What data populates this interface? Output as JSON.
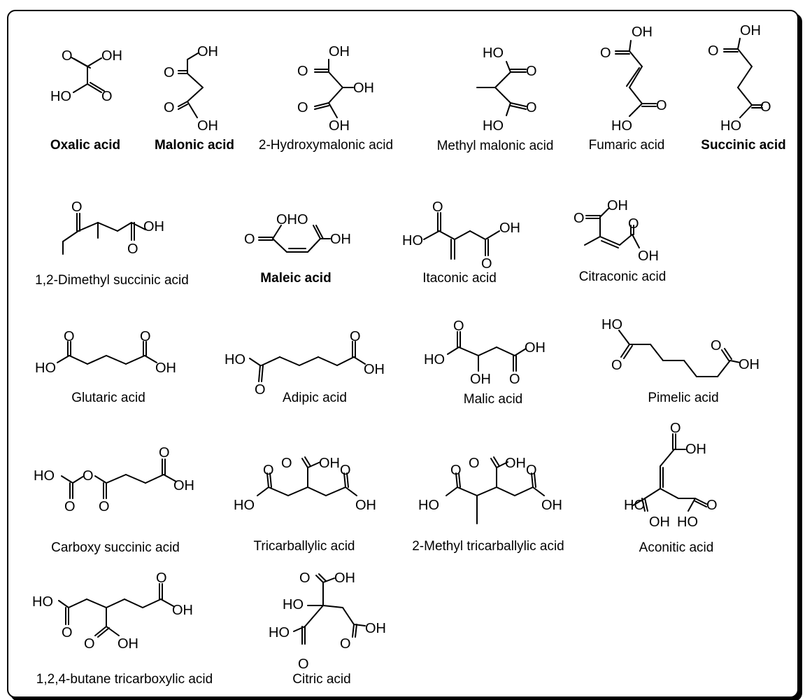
{
  "figure": {
    "compounds": [
      {
        "id": "oxalic",
        "name": "Oxalic acid",
        "bold": true,
        "atoms": [
          "O",
          "OH",
          "HO",
          "O"
        ]
      },
      {
        "id": "malonic",
        "name": "Malonic acid",
        "bold": true,
        "atoms": [
          "OH",
          "O",
          "O",
          "OH"
        ]
      },
      {
        "id": "hydroxymalonic",
        "name": "2-Hydroxymalonic acid",
        "bold": false,
        "atoms": [
          "OH",
          "O",
          "OH",
          "O",
          "OH"
        ]
      },
      {
        "id": "methylmalonic",
        "name": "Methyl malonic acid",
        "bold": false,
        "atoms": [
          "HO",
          "O",
          "O",
          "HO"
        ]
      },
      {
        "id": "fumaric",
        "name": "Fumaric acid",
        "bold": false,
        "atoms": [
          "OH",
          "O",
          "O",
          "HO"
        ]
      },
      {
        "id": "succinic",
        "name": "Succinic acid",
        "bold": true,
        "atoms": [
          "OH",
          "O",
          "O",
          "HO"
        ]
      },
      {
        "id": "dimethylsuccinic",
        "name": "1,2-Dimethyl succinic acid",
        "bold": false,
        "atoms": [
          "O",
          "OH",
          "O"
        ]
      },
      {
        "id": "maleic",
        "name": "Maleic acid",
        "bold": true,
        "atoms": [
          "O",
          "OH",
          "O",
          "OH"
        ]
      },
      {
        "id": "itaconic",
        "name": "Itaconic acid",
        "bold": false,
        "atoms": [
          "O",
          "HO",
          "OH",
          "O"
        ]
      },
      {
        "id": "citraconic",
        "name": "Citraconic acid",
        "bold": false,
        "atoms": [
          "O",
          "OH",
          "O",
          "OH"
        ]
      },
      {
        "id": "glutaric",
        "name": "Glutaric acid",
        "bold": false,
        "atoms": [
          "O",
          "O",
          "HO",
          "OH"
        ]
      },
      {
        "id": "adipic",
        "name": "Adipic acid",
        "bold": false,
        "atoms": [
          "HO",
          "O",
          "OH",
          "O"
        ]
      },
      {
        "id": "malic",
        "name": "Malic acid",
        "bold": false,
        "atoms": [
          "O",
          "HO",
          "OH",
          "OH",
          "O"
        ]
      },
      {
        "id": "pimelic",
        "name": "Pimelic acid",
        "bold": false,
        "atoms": [
          "HO",
          "O",
          "O",
          "OH"
        ]
      },
      {
        "id": "carboxysuccinic",
        "name": "Carboxy succinic acid",
        "bold": false,
        "atoms": [
          "HO",
          "O",
          "O",
          "O",
          "O",
          "OH"
        ]
      },
      {
        "id": "tricarballylic",
        "name": "Tricarballylic acid",
        "bold": false,
        "atoms": [
          "O",
          "OH",
          "O",
          "O",
          "HO",
          "OH"
        ]
      },
      {
        "id": "methyltricarballylic",
        "name": "2-Methyl tricarballylic acid",
        "bold": false,
        "atoms": [
          "O",
          "OH",
          "O",
          "O",
          "HO",
          "OH"
        ]
      },
      {
        "id": "aconitic",
        "name": "Aconitic acid",
        "bold": false,
        "atoms": [
          "O",
          "OH",
          "HO",
          "O",
          "OH",
          "HO"
        ]
      },
      {
        "id": "butanetricarboxylic",
        "name": "1,2,4-butane tricarboxylic acid",
        "bold": false,
        "atoms": [
          "HO",
          "O",
          "O",
          "OH",
          "O",
          "OH"
        ]
      },
      {
        "id": "citric",
        "name": "Citric acid",
        "bold": false,
        "atoms": [
          "O",
          "OH",
          "HO",
          "HO",
          "OH",
          "O",
          "O"
        ]
      }
    ]
  }
}
